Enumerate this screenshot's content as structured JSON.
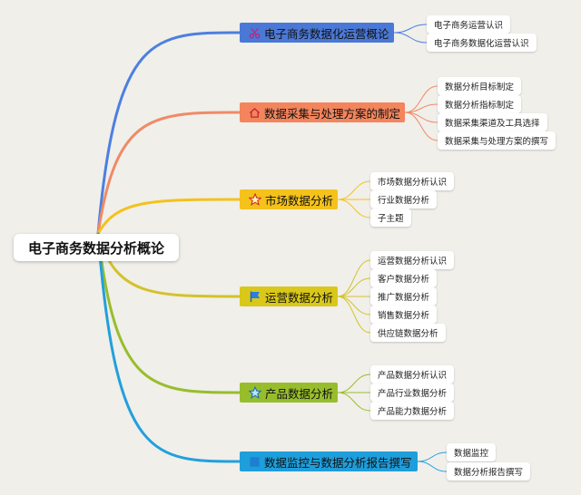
{
  "root": {
    "label": "电子商务数据分析概论"
  },
  "branches": [
    {
      "label": "电子商务数据化运营概论",
      "color": "#4a78d6",
      "line": "#4d7fe0",
      "icon": "scissors-icon",
      "children": [
        "电子商务运营认识",
        "电子商务数据化运营认识"
      ]
    },
    {
      "label": "数据采集与处理方案的制定",
      "color": "#f3845c",
      "line": "#f08a66",
      "icon": "house-icon",
      "children": [
        "数据分析目标制定",
        "数据分析指标制定",
        "数据采集渠道及工具选择",
        "数据采集与处理方案的撰写"
      ]
    },
    {
      "label": "市场数据分析",
      "color": "#f5c21b",
      "line": "#f5c21b",
      "icon": "star-icon",
      "children": [
        "市场数据分析认识",
        "行业数据分析",
        "子主题"
      ]
    },
    {
      "label": "运营数据分析",
      "color": "#d9c71a",
      "line": "#d3c22a",
      "icon": "flag-icon",
      "children": [
        "运营数据分析认识",
        "客户数据分析",
        "推广数据分析",
        "销售数据分析",
        "供应链数据分析"
      ]
    },
    {
      "label": "产品数据分析",
      "color": "#98bd2c",
      "line": "#98bd2c",
      "icon": "star-icon",
      "children": [
        "产品数据分析认识",
        "产品行业数据分析",
        "产品能力数据分析"
      ]
    },
    {
      "label": "数据监控与数据分析报告撰写",
      "color": "#1e9edb",
      "line": "#21a0dd",
      "icon": "square-icon",
      "children": [
        "数据监控",
        "数据分析报告撰写"
      ]
    }
  ]
}
